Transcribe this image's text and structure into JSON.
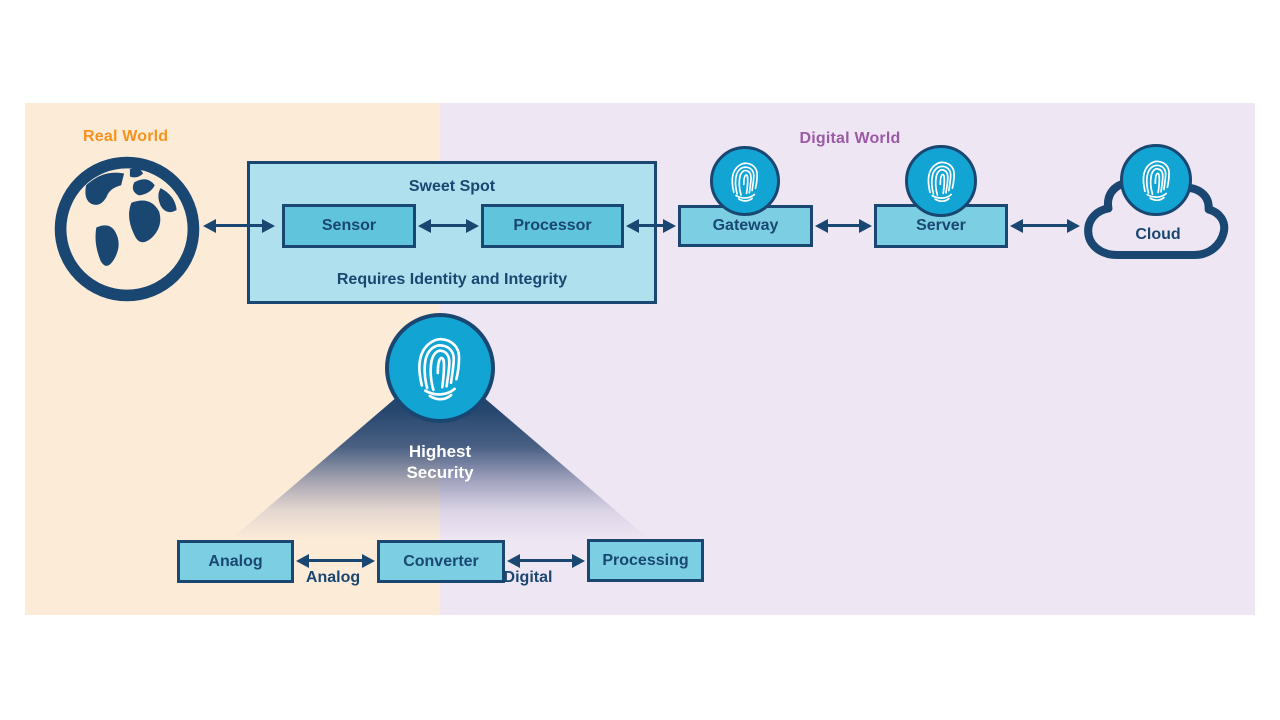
{
  "regions": {
    "real_world_label": "Real World",
    "digital_world_label": "Digital World"
  },
  "sweet_spot": {
    "title": "Sweet Spot",
    "subtitle": "Requires Identity and Integrity",
    "sensor_label": "Sensor",
    "processor_label": "Processor"
  },
  "digital_nodes": {
    "gateway_label": "Gateway",
    "server_label": "Server",
    "cloud_label": "Cloud"
  },
  "pyramid": {
    "label_line1": "Highest",
    "label_line2": "Security"
  },
  "bottom_chain": {
    "analog_label": "Analog",
    "converter_label": "Converter",
    "processing_label": "Processing",
    "link1_label": "Analog",
    "link2_label": "Digital"
  },
  "icons": {
    "globe": "globe-icon",
    "fingerprint": "fingerprint-icon",
    "cloud": "cloud-icon"
  },
  "colors": {
    "real_world_bg": "#FCEBD7",
    "digital_world_bg": "#EFE6F3",
    "real_world_label": "#F6921E",
    "digital_world_label": "#9B5AA6",
    "navy": "#1A4772",
    "node_fill": "#7CCFE2",
    "inner_node_fill": "#5FC4DC",
    "sweet_spot_fill": "#AEE0ED",
    "fingerprint_fill": "#12A5D4"
  }
}
